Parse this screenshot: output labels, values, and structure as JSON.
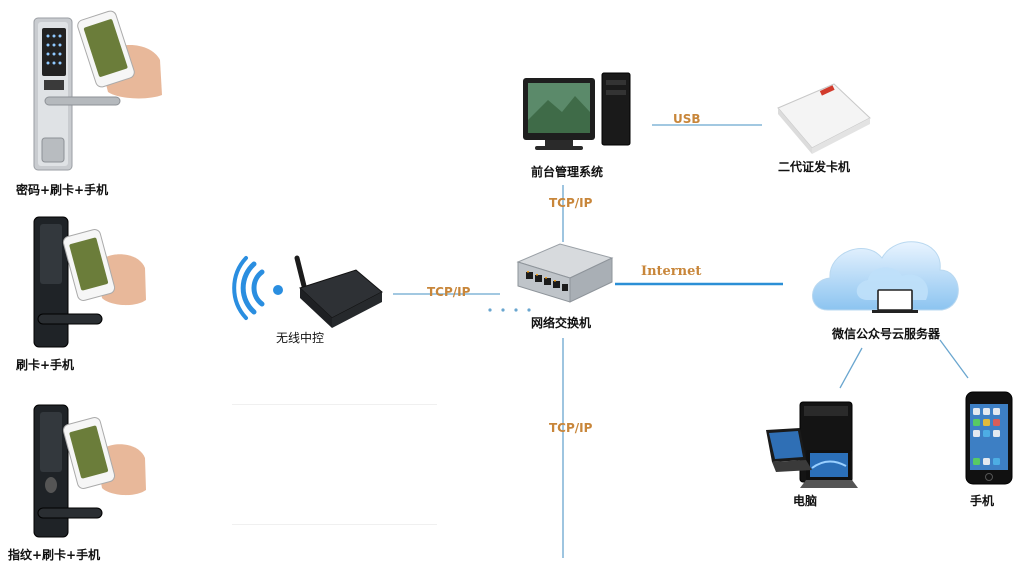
{
  "colors": {
    "link_line": "#6aa6cf",
    "protocol_text": "#c8863a",
    "internet_line": "#2b8fd6"
  },
  "nodes": {
    "lock_password": {
      "label": "密码+刷卡+手机",
      "icon": "door-lock-keypad-with-phone-icon"
    },
    "lock_card": {
      "label": "刷卡+手机",
      "icon": "door-lock-with-phone-icon"
    },
    "lock_fingerprint": {
      "label": "指纹+刷卡+手机",
      "icon": "door-lock-fingerprint-with-phone-icon"
    },
    "wireless_controller": {
      "label": "无线中控",
      "icon": "wireless-router-icon"
    },
    "front_desk": {
      "label": "前台管理系统",
      "icon": "desktop-computer-icon"
    },
    "id_card_issuer": {
      "label": "二代证发卡机",
      "icon": "card-issuer-icon"
    },
    "switch": {
      "label": "网络交换机",
      "icon": "network-switch-icon"
    },
    "cloud_server": {
      "label": "微信公众号云服务器",
      "icon": "cloud-server-icon"
    },
    "computer": {
      "label": "电脑",
      "icon": "laptop-and-tower-icon"
    },
    "mobile": {
      "label": "手机",
      "icon": "smartphone-icon"
    }
  },
  "links": {
    "usb": "USB",
    "tcpip_top": "TCP/IP",
    "tcpip_left": "TCP/IP",
    "tcpip_bottom": "TCP/IP",
    "internet": "Internet"
  }
}
